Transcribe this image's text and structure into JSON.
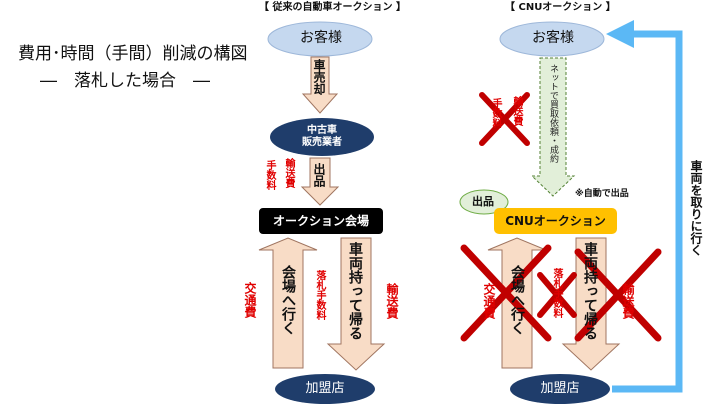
{
  "title": {
    "line1": "費用･時間（手間）削減の構図",
    "line2": "―　落札した場合　―"
  },
  "left_flow": {
    "header": "【 従来の自動車オークション 】",
    "customer": "お客様",
    "sell_label": "車売却",
    "dealer": "中古車\n販売業者",
    "fee_label": "手数料",
    "transport_label": "輸送費",
    "listing_label": "出品",
    "auction_venue": "オークション会場",
    "transport_fee_red": "交通費",
    "go_to_venue": "会場へ行く",
    "winning_fee": "落札手数料",
    "bring_car_home": "車両持って帰る",
    "transport_fee2": "輸送費",
    "member_store": "加盟店"
  },
  "right_flow": {
    "header": "【 CNUオークション 】",
    "customer": "お客様",
    "fee_crossed": "手数料",
    "transport_crossed": "輸送費",
    "net_request": "ネットで買取依頼・成約",
    "listing_bubble": "出品",
    "auto_listing_note": "※自動で出品",
    "cnu_auction": "CNUオークション",
    "transport_fee_crossed": "交通費",
    "go_to_venue": "会場へ行く",
    "winning_fee_crossed": "落札手数料",
    "bring_car_home": "車両持って帰る",
    "transport_fee2_crossed": "輸送費",
    "member_store": "加盟店",
    "pickup_label": "車両を取りに行く"
  },
  "colors": {
    "light_blue": "#c5d8ef",
    "navy": "#1f3d6b",
    "arrow_fill": "#f8dcc6",
    "arrow_stroke": "#a07560",
    "dashed_green": "#e2efd9",
    "gold": "#ffc000",
    "sky": "#5bb8f5",
    "cross_red": "#c00000",
    "text_red": "#e00000"
  }
}
